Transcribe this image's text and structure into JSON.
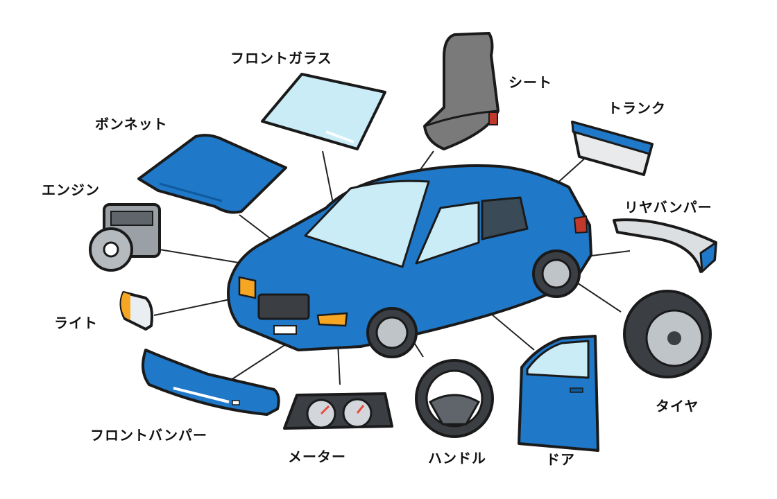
{
  "labels": {
    "windshield": "フロントガラス",
    "seat": "シート",
    "trunk": "トランク",
    "hood": "ボンネット",
    "engine": "エンジン",
    "rear_bumper": "リヤバンパー",
    "light": "ライト",
    "front_bumper": "フロントバンパー",
    "meter": "メーター",
    "handle": "ハンドル",
    "door": "ドア",
    "tire": "タイヤ"
  },
  "colors": {
    "car_body": "#1f78c8",
    "car_dark": "#0f5a9c",
    "glass": "#c9ecf6",
    "seat": "#7a7a7a",
    "outline": "#1a1a1a",
    "headlight": "#f6a623",
    "bumper_gray": "#dcdfe2"
  }
}
